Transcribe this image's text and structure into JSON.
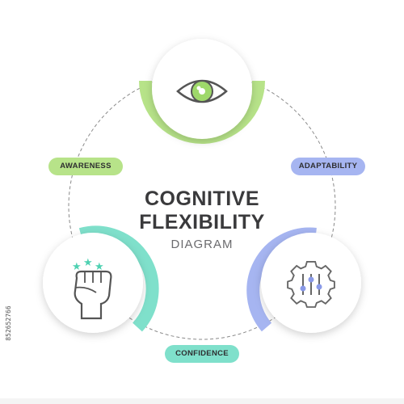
{
  "title": {
    "line1": "COGNITIVE",
    "line2": "FLEXIBILITY",
    "subtitle": "DIAGRAM"
  },
  "nodes": [
    {
      "label": "AWARENESS",
      "color": "#b7e389",
      "icon": "eye-icon"
    },
    {
      "label": "ADAPTABILITY",
      "color": "#a6b5f1",
      "icon": "gear-sliders-icon"
    },
    {
      "label": "CONFIDENCE",
      "color": "#7fe0cb",
      "icon": "raised-fist-stars-icon"
    }
  ],
  "stock_id": "852652766"
}
